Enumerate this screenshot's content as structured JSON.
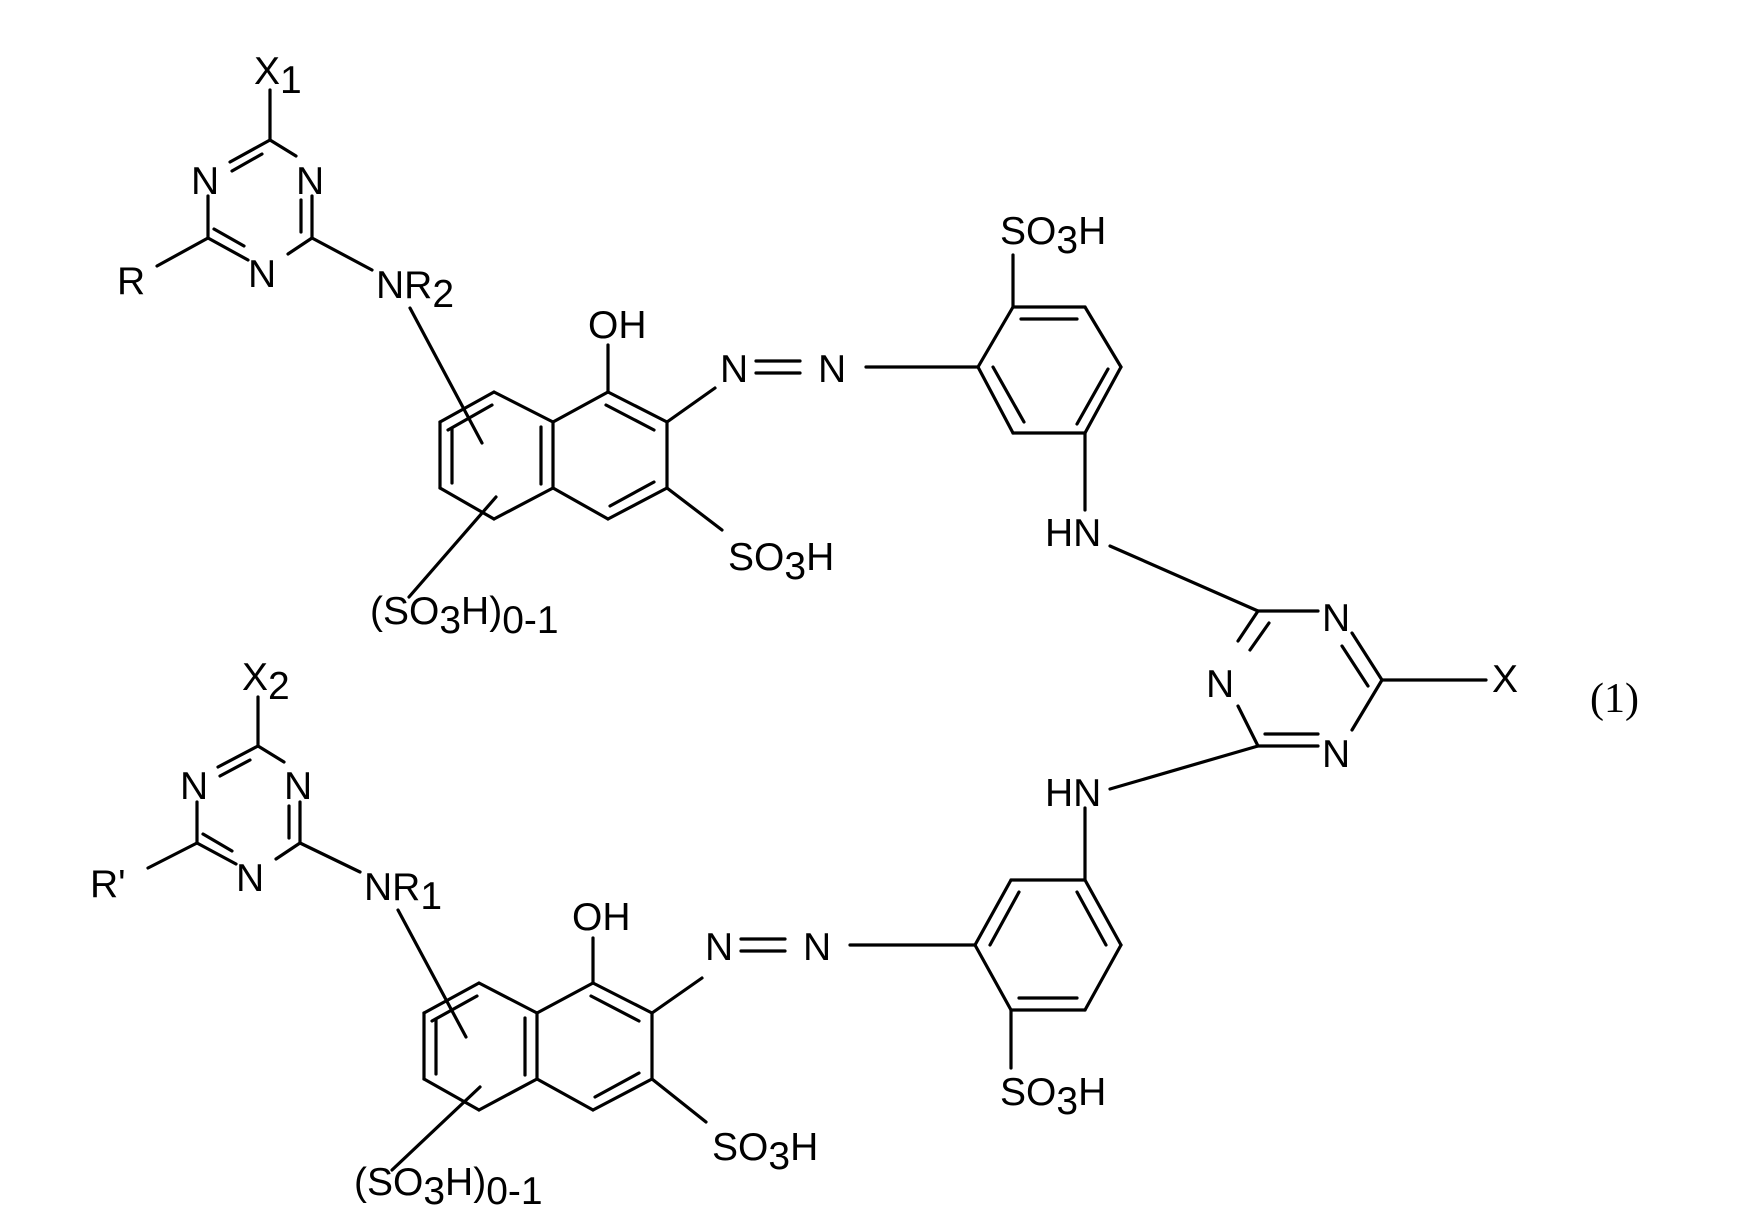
{
  "equation_number": "(1)",
  "upper": {
    "triazine": {
      "n_left": "N",
      "n_right": "N",
      "n_bottom": "N",
      "x_label": "X",
      "x_sub": "1",
      "r_label": "R"
    },
    "amine": {
      "label": "NR",
      "sub": "2"
    },
    "naphthol": {
      "oh": "OH",
      "so3h_main": "SO",
      "so3h_main_sub": "3",
      "so3h_main_h": "H"
    },
    "optional_so3h": {
      "open": "(SO",
      "sub3": "3",
      "close": "H)",
      "range": "0-1"
    },
    "azo": {
      "n1": "N",
      "n2": "N"
    },
    "benzene": {
      "so3h": "SO",
      "so3h_sub": "3",
      "so3h_h": "H"
    },
    "linker": "HN"
  },
  "central_triazine": {
    "n_top": "N",
    "n_left": "N",
    "n_bottom": "N",
    "x_label": "X"
  },
  "lower": {
    "triazine": {
      "n_left": "N",
      "n_right": "N",
      "n_bottom": "N",
      "x_label": "X",
      "x_sub": "2",
      "r_label": "R'"
    },
    "amine": {
      "label": "NR",
      "sub": "1"
    },
    "naphthol": {
      "oh": "OH",
      "so3h_main": "SO",
      "so3h_main_sub": "3",
      "so3h_main_h": "H"
    },
    "optional_so3h": {
      "open": "(SO",
      "sub3": "3",
      "close": "H)",
      "range": "0-1"
    },
    "azo": {
      "n1": "N",
      "n2": "N"
    },
    "benzene": {
      "so3h": "SO",
      "so3h_sub": "3",
      "so3h_h": "H"
    },
    "linker": "HN"
  }
}
